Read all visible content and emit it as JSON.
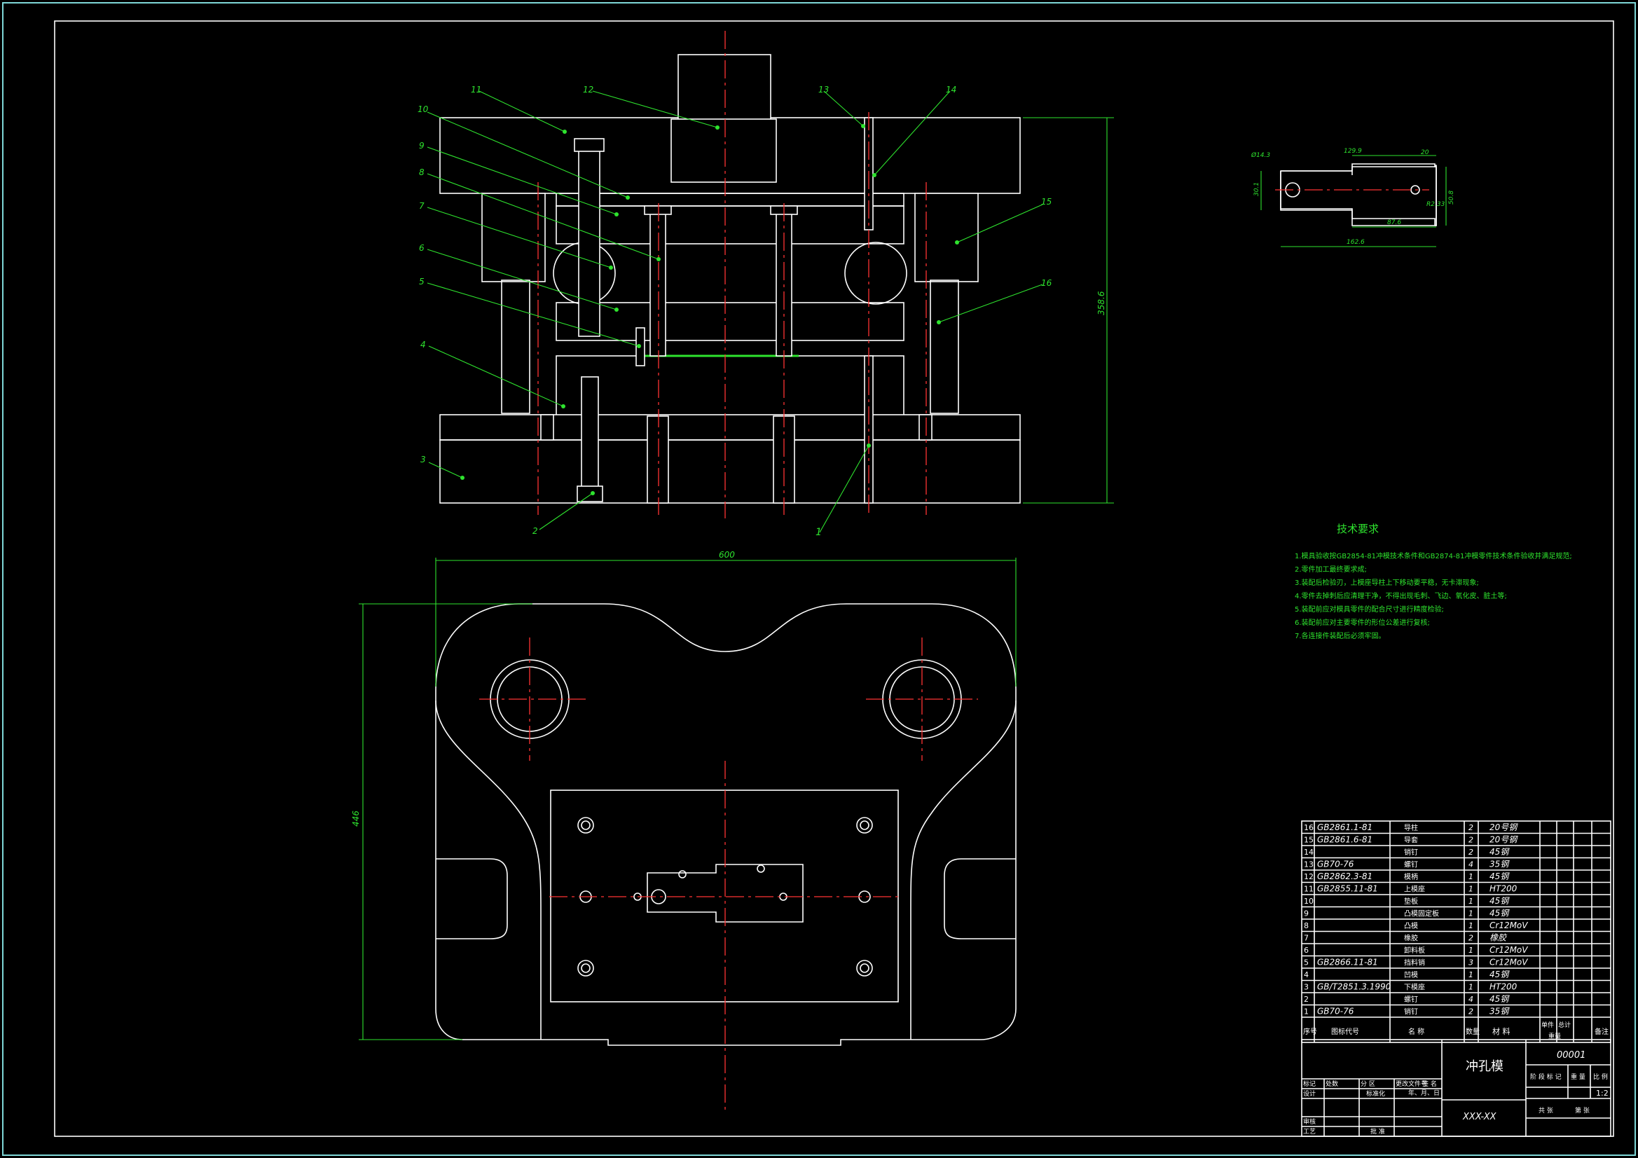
{
  "balloons": [
    "1",
    "2",
    "3",
    "4",
    "5",
    "6",
    "7",
    "8",
    "9",
    "10",
    "11",
    "12",
    "13",
    "14",
    "15",
    "16"
  ],
  "dims_front": {
    "height": "358.6"
  },
  "dims_plan": {
    "width": "600",
    "height": "446"
  },
  "dims_part": {
    "dia": "Ø14.3",
    "d1": "129.9",
    "d2": "20",
    "h1": "30.1",
    "h2": "50.8",
    "r": "R2.33",
    "l1": "87.6",
    "l2": "162.6"
  },
  "tech": {
    "title": "技术要求",
    "lines": [
      "1.模具验收按GB2854-81冲模技术条件和GB2874-81冲模零件技术条件验收并满足规范;",
      "2.零件加工最终要求成;",
      "3.装配后检验刃，上模座导柱上下移动要平稳，无卡滞现象;",
      "4.零件去掉刺后应清理干净，不得出现毛刺、飞边、氧化皮、脏土等;",
      "5.装配前应对模具零件的配合尺寸进行精度检验;",
      "6.装配前应对主要零件的形位公差进行复核;",
      "7.各连接件装配后必须牢固。"
    ]
  },
  "bom": {
    "rows": [
      {
        "no": "16",
        "code": "GB2861.1-81",
        "name": "导柱",
        "qty": "2",
        "mat": "20号钢"
      },
      {
        "no": "15",
        "code": "GB2861.6-81",
        "name": "导套",
        "qty": "2",
        "mat": "20号钢"
      },
      {
        "no": "14",
        "code": "",
        "name": "销钉",
        "qty": "2",
        "mat": "45钢"
      },
      {
        "no": "13",
        "code": "GB70-76",
        "name": "螺钉",
        "qty": "4",
        "mat": "35钢"
      },
      {
        "no": "12",
        "code": "GB2862.3-81",
        "name": "模柄",
        "qty": "1",
        "mat": "45钢"
      },
      {
        "no": "11",
        "code": "GB2855.11-81",
        "name": "上模座",
        "qty": "1",
        "mat": "HT200"
      },
      {
        "no": "10",
        "code": "",
        "name": "垫板",
        "qty": "1",
        "mat": "45钢"
      },
      {
        "no": "9",
        "code": "",
        "name": "凸模固定板",
        "qty": "1",
        "mat": "45钢"
      },
      {
        "no": "8",
        "code": "",
        "name": "凸模",
        "qty": "1",
        "mat": "Cr12MoV"
      },
      {
        "no": "7",
        "code": "",
        "name": "橡胶",
        "qty": "2",
        "mat": "橡胶"
      },
      {
        "no": "6",
        "code": "",
        "name": "卸料板",
        "qty": "1",
        "mat": "Cr12MoV"
      },
      {
        "no": "5",
        "code": "GB2866.11-81",
        "name": "挡料销",
        "qty": "3",
        "mat": "Cr12MoV"
      },
      {
        "no": "4",
        "code": "",
        "name": "凹模",
        "qty": "1",
        "mat": "45钢"
      },
      {
        "no": "3",
        "code": "GB/T2851.3.1990",
        "name": "下模座",
        "qty": "1",
        "mat": "HT200"
      },
      {
        "no": "2",
        "code": "",
        "name": "螺钉",
        "qty": "4",
        "mat": "45钢"
      },
      {
        "no": "1",
        "code": "GB70-76",
        "name": "销钉",
        "qty": "2",
        "mat": "35钢"
      }
    ],
    "header": {
      "no": "序号",
      "code": "图标代号",
      "name": "名 称",
      "qty": "数量",
      "mat": "材 料",
      "unit": "单件",
      "total": "总计",
      "weight": "重量",
      "note": "备注"
    }
  },
  "title_block": {
    "drawing_name": "冲孔模",
    "drawing_no": "00001",
    "company": "XXX-XX",
    "scale": "1:2",
    "labels": [
      "标记",
      "处数",
      "分 区",
      "更改文件号",
      "签 名",
      "年、月、日",
      "设计",
      "标准化",
      "审核",
      "工艺",
      "批 准",
      "阶 段 标 记",
      "重 量",
      "比 例",
      "共 张",
      "第 张"
    ]
  }
}
